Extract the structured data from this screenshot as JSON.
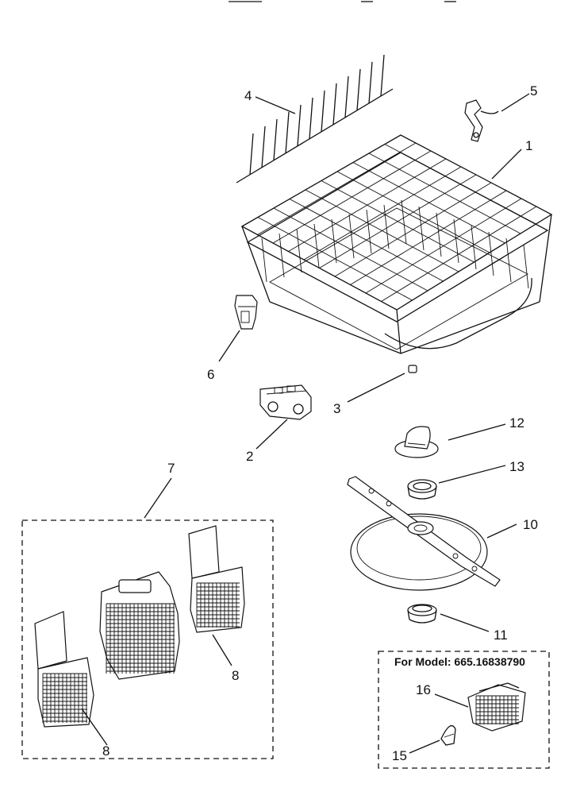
{
  "callouts": {
    "c1": "1",
    "c2": "2",
    "c3": "3",
    "c4": "4",
    "c5": "5",
    "c6": "6",
    "c7": "7",
    "c8a": "8",
    "c8b": "8",
    "c10": "10",
    "c11": "11",
    "c12": "12",
    "c13": "13",
    "c15": "15",
    "c16": "16"
  },
  "model_box": {
    "title": "For Model: 665.16838790"
  }
}
